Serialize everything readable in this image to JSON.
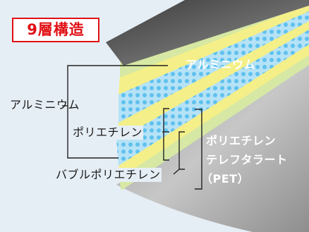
{
  "title_badge": "9層構造",
  "colors": {
    "background": "#e6eef5",
    "badge_red": "#e10f14",
    "aluminum_light": "#c2c2c2",
    "aluminum_dark": "#5a5a5a",
    "polyethylene_green": "#d6e8a4",
    "pet_yellow": "#f5f08c",
    "bubble_blue": "#aadcf3",
    "bubble_dot": "#5fc1ee"
  },
  "layers": [
    {
      "material": "aluminum",
      "label": "アルミニウム"
    },
    {
      "material": "polyethylene",
      "label": "ポリエチレン"
    },
    {
      "material": "bubble-polyethylene",
      "label": "バブルポリエチレン"
    },
    {
      "material": "pet",
      "label": "ポリエチレンテレフタラート（PET）"
    }
  ],
  "labels": {
    "top_aluminum": "アルミニウム",
    "left_aluminum": "アルミニウム",
    "polyethylene": "ポリエチレン",
    "bubble_polyethylene": "バブルポリエチレン",
    "pet_line1": "ポリエチレン",
    "pet_line2": "テレフタラート",
    "pet_line3": "（PET）"
  }
}
